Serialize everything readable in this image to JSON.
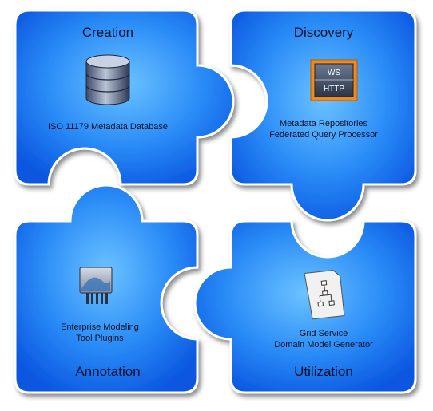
{
  "pieces": [
    {
      "title": "Creation",
      "caption_lines": [
        "ISO 11179 Metadata Database"
      ],
      "icon": "database-icon"
    },
    {
      "title": "Discovery",
      "caption_lines": [
        "Metadata Repositories",
        "Federated Query Processor"
      ],
      "icon": "web-service-icon"
    },
    {
      "title": "Annotation",
      "caption_lines": [
        "Enterprise Modeling",
        "Tool Plugins"
      ],
      "icon": "plugin-icon"
    },
    {
      "title": "Utilization",
      "caption_lines": [
        "Grid Service",
        "Domain Model Generator"
      ],
      "icon": "document-diagram-icon"
    }
  ],
  "ws_icon": {
    "top_label": "WS",
    "bottom_label": "HTTP"
  },
  "colors": {
    "piece_fill_light": "#58b6ff",
    "piece_fill_dark": "#0c5ee8",
    "piece_border": "#ffffff",
    "ws_frame": "#f08a1c"
  }
}
